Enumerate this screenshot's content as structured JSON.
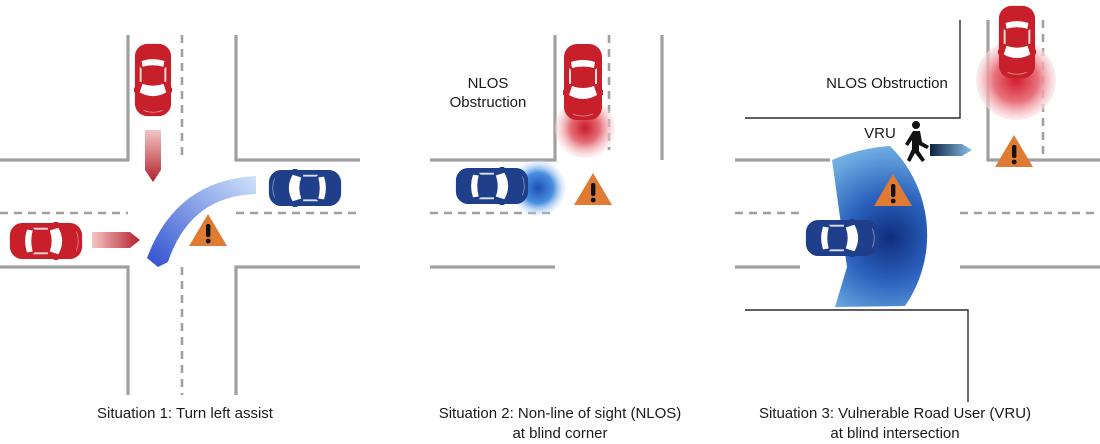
{
  "panels": [
    {
      "caption_line1": "Situation 1: Turn left assist",
      "caption_line2": ""
    },
    {
      "caption_line1": "Situation 2: Non-line of sight (NLOS)",
      "caption_line2": "at blind corner"
    },
    {
      "caption_line1": "Situation 3: Vulnerable Road User (VRU)",
      "caption_line2": "at blind intersection"
    }
  ],
  "labels": {
    "nlos_obstruction_2_line1": "NLOS",
    "nlos_obstruction_2_line2": "Obstruction",
    "nlos_obstruction_3": "NLOS Obstruction",
    "vru": "VRU"
  },
  "colors": {
    "red_car": "#c8202b",
    "blue_car": "#1f3f8a",
    "warning": "#e07b33",
    "sensor_blue": "#3a8fd8",
    "sensor_red": "#d62b35",
    "road_line": "#a0a0a0"
  },
  "icons": [
    "red-car-icon",
    "blue-car-icon",
    "warning-triangle-icon",
    "pedestrian-icon",
    "motion-arrow-icon",
    "turn-path-arrow-icon"
  ]
}
